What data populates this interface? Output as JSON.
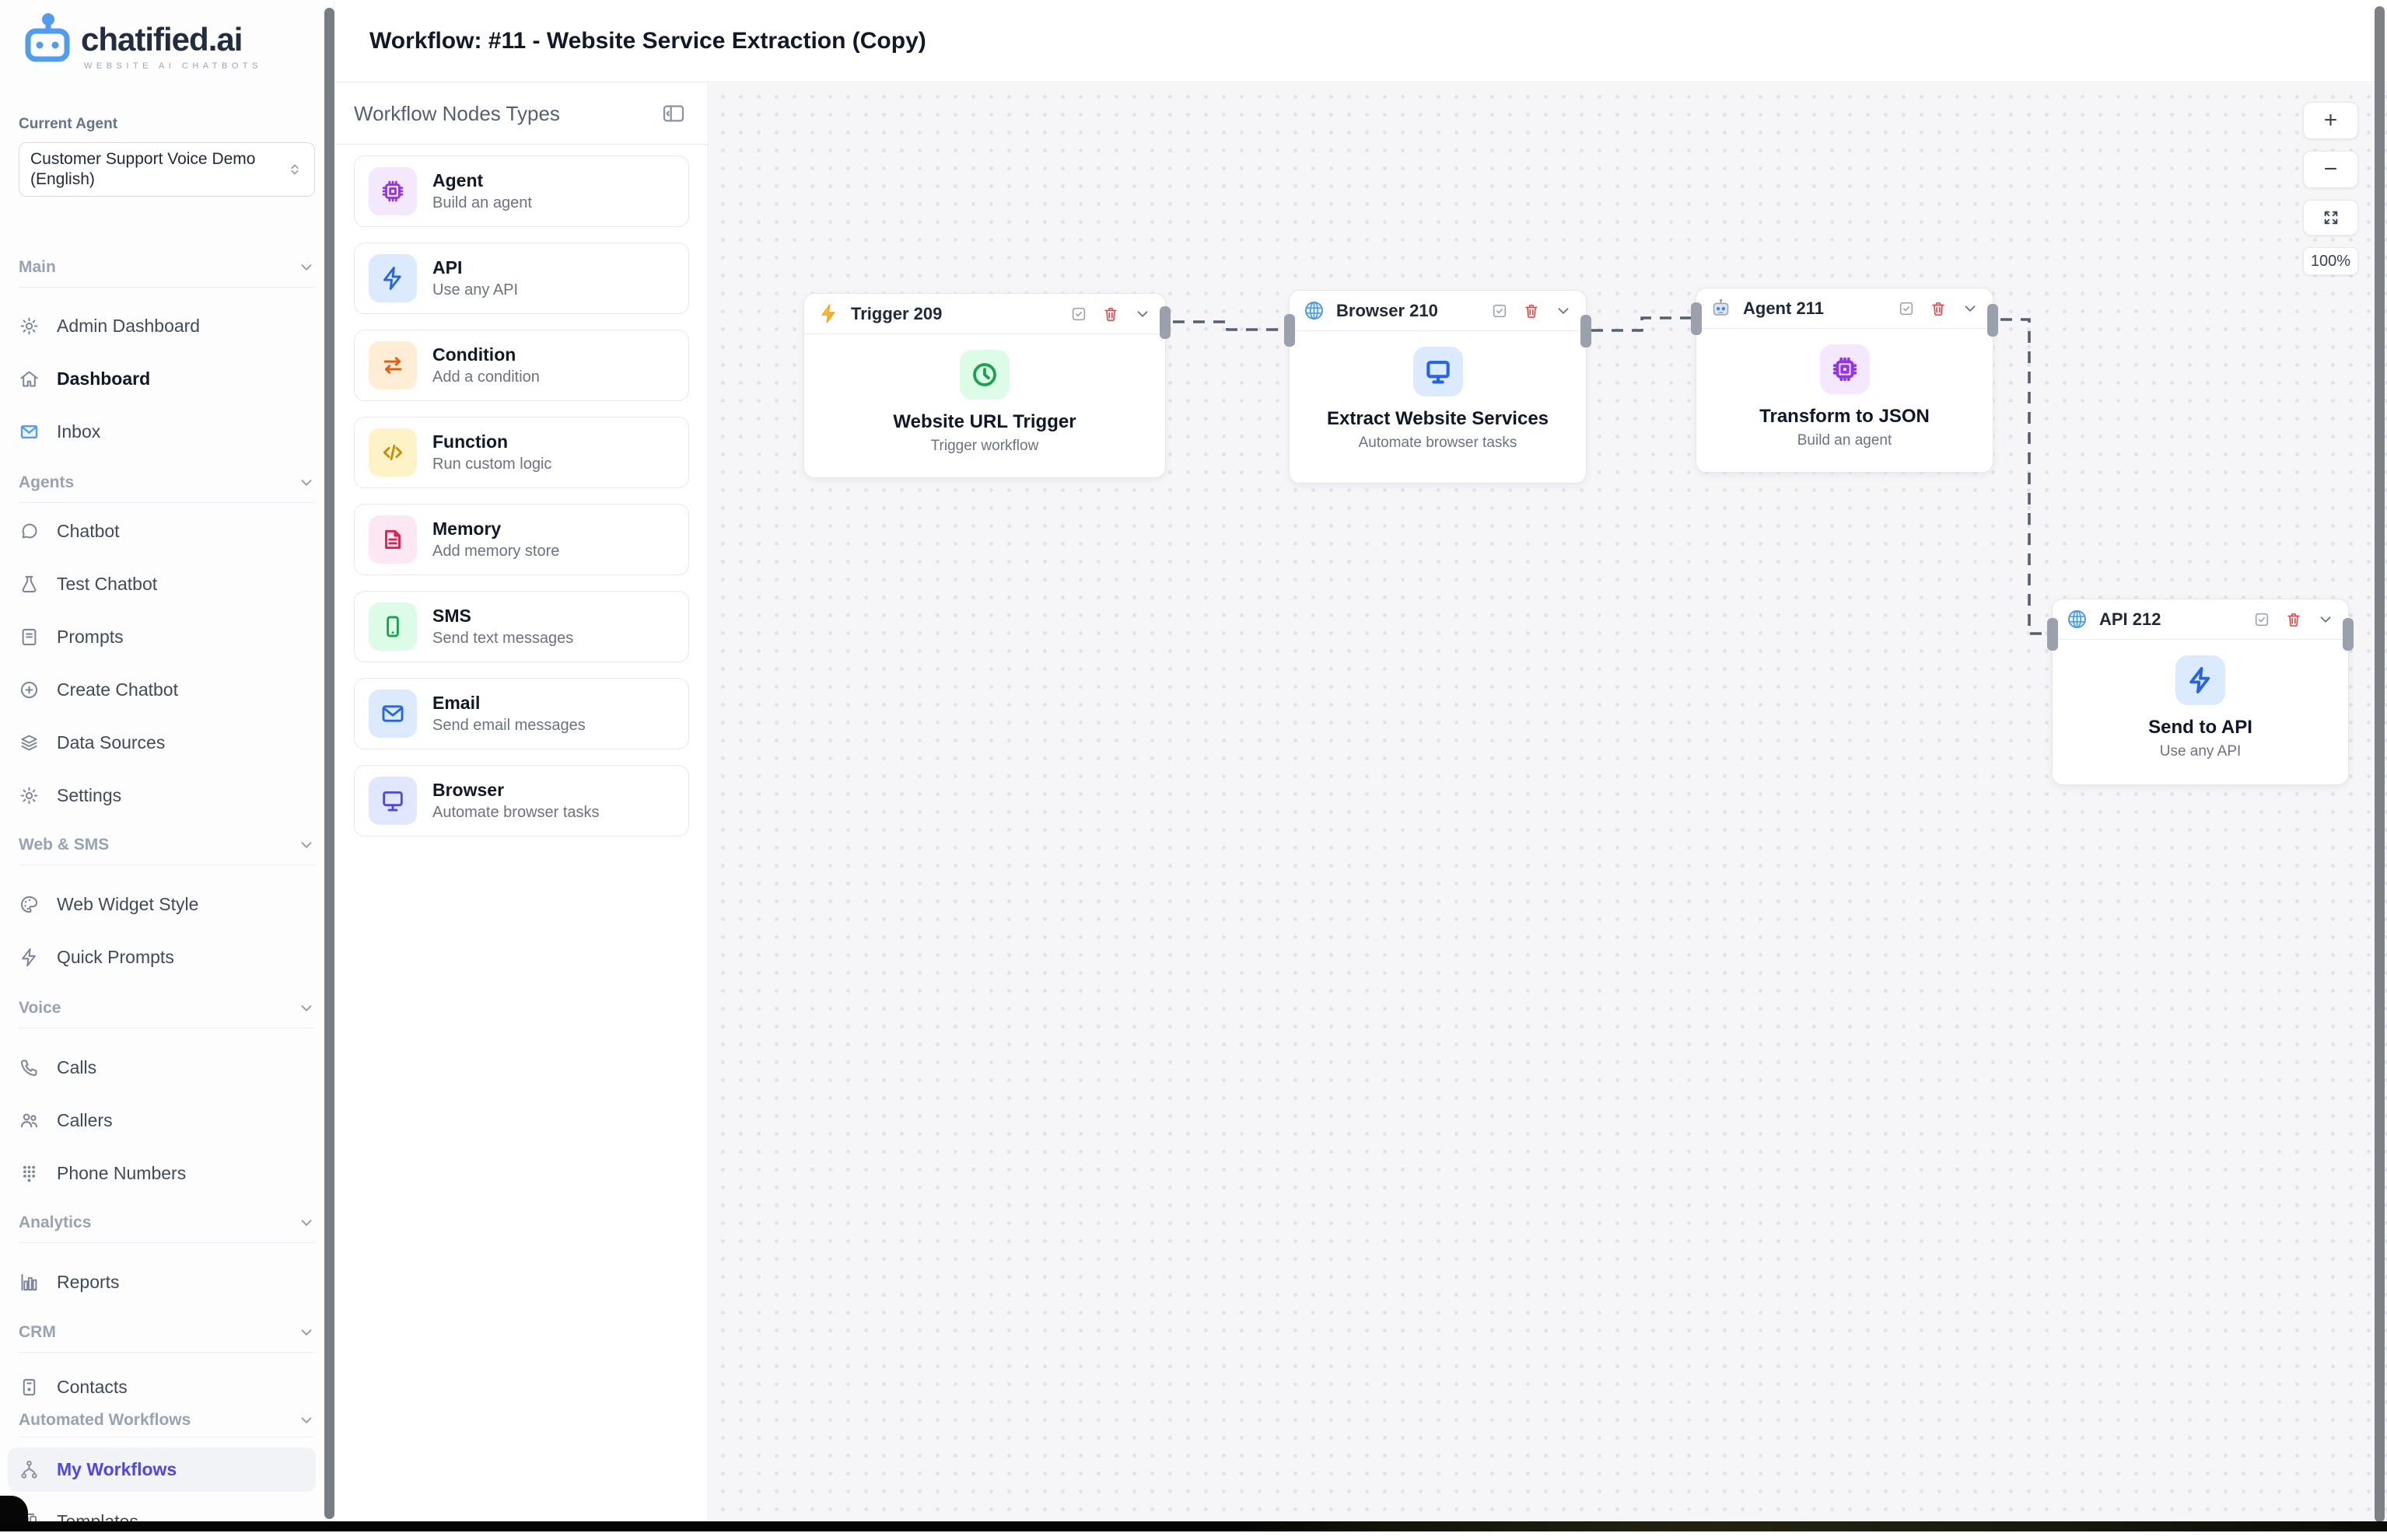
{
  "brand": {
    "logo_text": "chatified.ai",
    "logo_tagline": "WEBSITE AI CHATBOTS"
  },
  "sidebar": {
    "current_agent_label": "Current Agent",
    "current_agent_value": "Customer Support Voice Demo (English)",
    "sections": [
      {
        "label": "Main"
      },
      {
        "label": "Agents"
      },
      {
        "label": "Web & SMS"
      },
      {
        "label": "Voice"
      },
      {
        "label": "Analytics"
      },
      {
        "label": "CRM"
      },
      {
        "label": "Automated Workflows"
      }
    ],
    "items": [
      {
        "label": "Admin Dashboard",
        "icon": "gear-icon"
      },
      {
        "label": "Dashboard",
        "icon": "home-icon"
      },
      {
        "label": "Inbox",
        "icon": "mail-icon"
      },
      {
        "label": "Chatbot",
        "icon": "chat-icon"
      },
      {
        "label": "Test Chatbot",
        "icon": "flask-icon"
      },
      {
        "label": "Prompts",
        "icon": "document-icon"
      },
      {
        "label": "Create Chatbot",
        "icon": "plus-circle-icon"
      },
      {
        "label": "Data Sources",
        "icon": "layers-icon"
      },
      {
        "label": "Settings",
        "icon": "gear-icon"
      },
      {
        "label": "Web Widget Style",
        "icon": "palette-icon"
      },
      {
        "label": "Quick Prompts",
        "icon": "zap-icon"
      },
      {
        "label": "Calls",
        "icon": "phone-icon"
      },
      {
        "label": "Callers",
        "icon": "users-icon"
      },
      {
        "label": "Phone Numbers",
        "icon": "dialpad-icon"
      },
      {
        "label": "Reports",
        "icon": "bar-chart-icon"
      },
      {
        "label": "Contacts",
        "icon": "contact-card-icon"
      },
      {
        "label": "My Workflows",
        "icon": "workflow-icon"
      },
      {
        "label": "Templates",
        "icon": "templates-icon"
      }
    ]
  },
  "header": {
    "title": "Workflow: #11 - Website Service Extraction (Copy)"
  },
  "node_panel": {
    "title": "Workflow Nodes Types",
    "cards": [
      {
        "title": "Agent",
        "subtitle": "Build an agent",
        "icon": "cpu-icon"
      },
      {
        "title": "API",
        "subtitle": "Use any API",
        "icon": "zap-icon"
      },
      {
        "title": "Condition",
        "subtitle": "Add a condition",
        "icon": "swap-arrows-icon"
      },
      {
        "title": "Function",
        "subtitle": "Run custom logic",
        "icon": "code-icon"
      },
      {
        "title": "Memory",
        "subtitle": "Add memory store",
        "icon": "file-icon"
      },
      {
        "title": "SMS",
        "subtitle": "Send text messages",
        "icon": "smartphone-icon"
      },
      {
        "title": "Email",
        "subtitle": "Send email messages",
        "icon": "envelope-icon"
      },
      {
        "title": "Browser",
        "subtitle": "Automate browser tasks",
        "icon": "monitor-icon"
      }
    ]
  },
  "canvas": {
    "nodes": [
      {
        "title": "Trigger 209",
        "header_icon": "lightning-emoji-icon",
        "body_icon": "clock-icon",
        "body_title": "Website URL Trigger",
        "body_subtitle": "Trigger workflow"
      },
      {
        "title": "Browser 210",
        "header_icon": "globe-icon",
        "body_icon": "monitor-icon",
        "body_title": "Extract Website Services",
        "body_subtitle": "Automate browser tasks"
      },
      {
        "title": "Agent 211",
        "header_icon": "robot-icon",
        "body_icon": "cpu-icon",
        "body_title": "Transform to JSON",
        "body_subtitle": "Build an agent"
      },
      {
        "title": "API 212",
        "header_icon": "globe-icon",
        "body_icon": "zap-icon",
        "body_title": "Send to API",
        "body_subtitle": "Use any API"
      }
    ],
    "controls": {
      "zoom_in": "+",
      "zoom_out": "−",
      "zoom_level": "100%"
    }
  },
  "colors": {
    "accent_indigo": "#4f46e5",
    "brand_blue": "#4f9cf0",
    "danger_red": "#ef4444",
    "edge_gray": "#556070",
    "green": "#16a34a",
    "purple": "#9333ea",
    "blue": "#2563eb",
    "orange": "#ea580c",
    "amber": "#ca8a04",
    "rose": "#e11d48"
  }
}
